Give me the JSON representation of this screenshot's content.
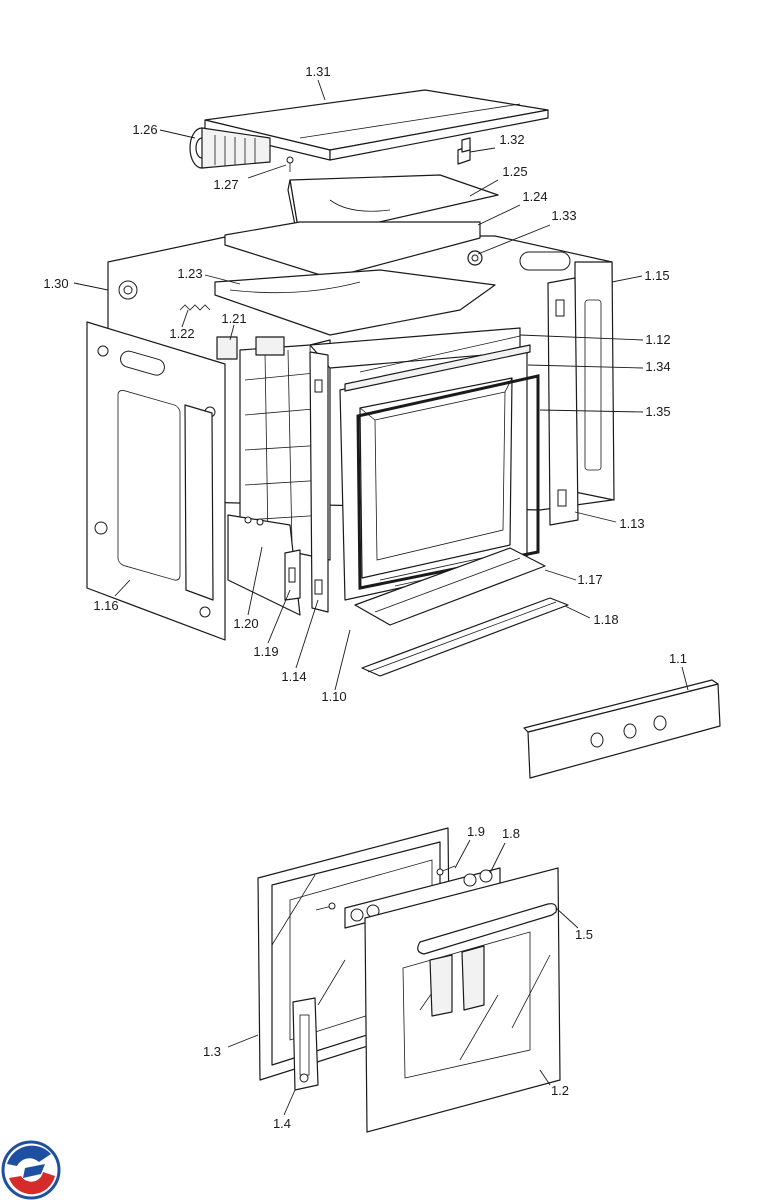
{
  "callouts": {
    "c1_31": "1.31",
    "c1_26": "1.26",
    "c1_32": "1.32",
    "c1_27": "1.27",
    "c1_25": "1.25",
    "c1_24": "1.24",
    "c1_33": "1.33",
    "c1_30": "1.30",
    "c1_23": "1.23",
    "c1_15": "1.15",
    "c1_22": "1.22",
    "c1_21": "1.21",
    "c1_12": "1.12",
    "c1_34": "1.34",
    "c1_35": "1.35",
    "c1_13": "1.13",
    "c1_17": "1.17",
    "c1_16": "1.16",
    "c1_18": "1.18",
    "c1_20": "1.20",
    "c1_19": "1.19",
    "c1_14": "1.14",
    "c1_10": "1.10",
    "c1_1": "1.1",
    "c1_9": "1.9",
    "c1_8": "1.8",
    "c1_5": "1.5",
    "c1_3": "1.3",
    "c1_2": "1.2",
    "c1_4": "1.4"
  },
  "logo": {
    "icon": "brand-logo-icon",
    "colors": [
      "#1f4fa0",
      "#d62b2b"
    ]
  }
}
